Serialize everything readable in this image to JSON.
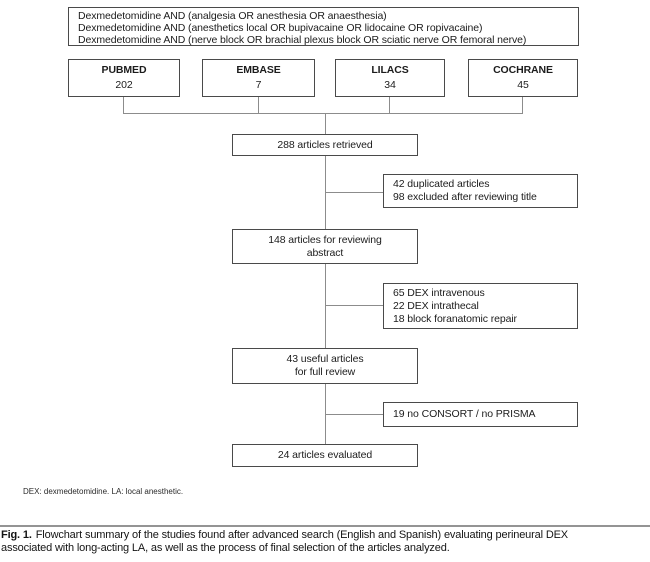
{
  "search_query_box": {
    "lines": [
      "Dexmedetomidine AND (analgesia OR anesthesia OR anaesthesia)",
      "Dexmedetomidine AND (anesthetics local OR bupivacaine OR lidocaine OR ropivacaine)",
      "Dexmedetomidine AND (nerve block OR brachial plexus block OR sciatic nerve OR femoral nerve)"
    ]
  },
  "databases": [
    {
      "name": "PUBMED",
      "count": "202"
    },
    {
      "name": "EMBASE",
      "count": "7"
    },
    {
      "name": "LILACS",
      "count": "34"
    },
    {
      "name": "COCHRANE",
      "count": "45"
    }
  ],
  "flow_boxes": {
    "retrieved": "288 articles retrieved",
    "abstract_review": "148 articles for reviewing\nabstract",
    "full_review": "43 useful articles\nfor full review",
    "evaluated": "24 articles evaluated"
  },
  "exclusion_boxes": {
    "title_screen": "42 duplicated articles\n98 excluded after reviewing title",
    "abstract_screen": "65 DEX intravenous\n22 DEX intrathecal\n18 block foranatomic repair",
    "full_screen": "19 no CONSORT / no PRISMA"
  },
  "footnote": "DEX: dexmedetomidine. LA: local anesthetic.",
  "caption": {
    "label": "Fig. 1.",
    "line1": "Flowchart summary of the studies found after advanced search (English and Spanish) evaluating perineural DEX",
    "line2": "associated with long-acting LA, as well as the process of final selection of the articles analyzed."
  },
  "colors": {
    "box_border": "#4a4a4a",
    "connector": "#8c8c8c",
    "rule": "#949494",
    "text": "#1c1c1c"
  }
}
